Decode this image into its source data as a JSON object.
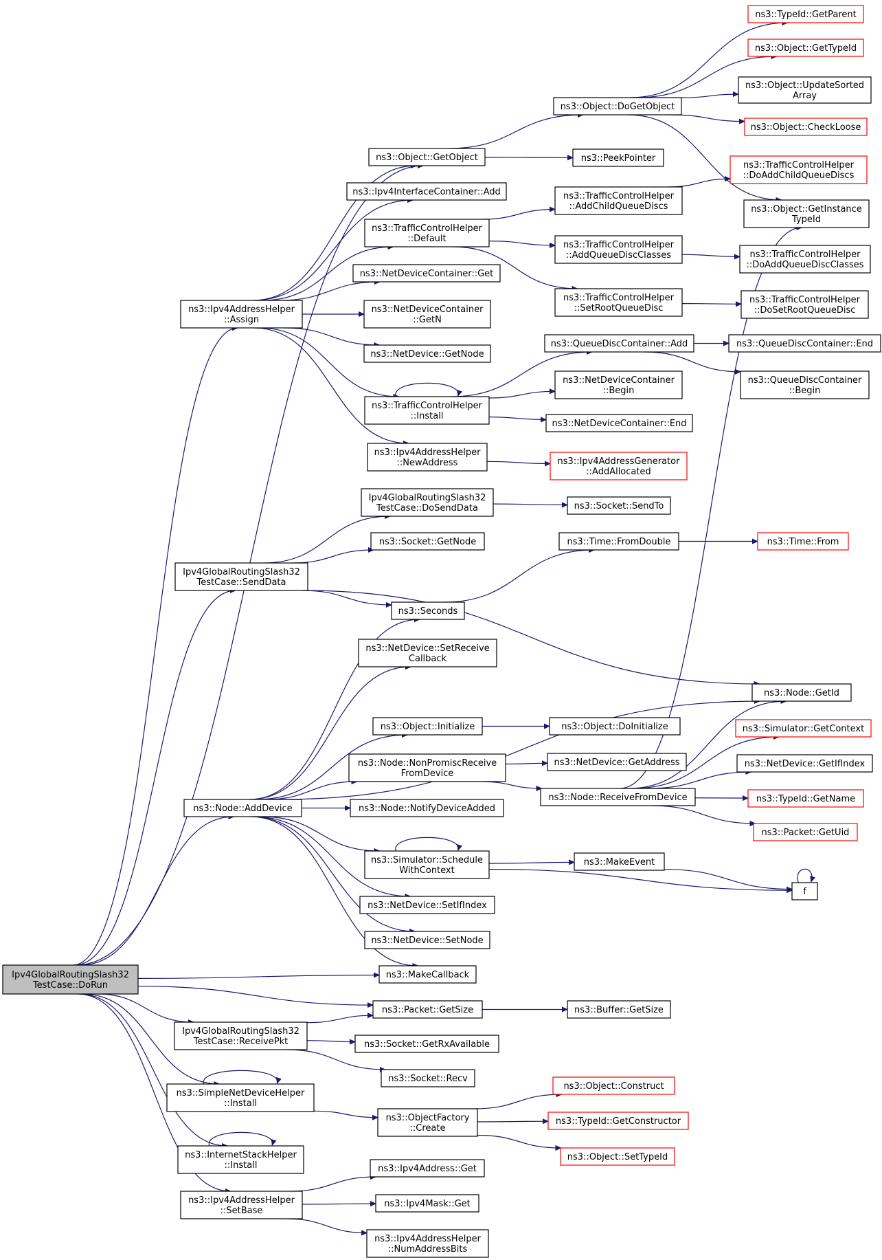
{
  "nodes": [
    {
      "id": "root",
      "lines": [
        "Ipv4GlobalRoutingSlash32",
        "TestCase::DoRun"
      ],
      "style": "root"
    },
    {
      "id": "typeid_getparent",
      "lines": [
        "ns3::TypeId::GetParent"
      ],
      "style": "red"
    },
    {
      "id": "obj_gettypeid",
      "lines": [
        "ns3::Object::GetTypeId"
      ],
      "style": "red"
    },
    {
      "id": "obj_updatesorted",
      "lines": [
        "ns3::Object::UpdateSorted",
        "Array"
      ],
      "style": "normal"
    },
    {
      "id": "obj_dogetobject",
      "lines": [
        "ns3::Object::DoGetObject"
      ],
      "style": "normal"
    },
    {
      "id": "obj_checkloose",
      "lines": [
        "ns3::Object::CheckLoose"
      ],
      "style": "red"
    },
    {
      "id": "obj_getobject",
      "lines": [
        "ns3::Object::GetObject"
      ],
      "style": "normal"
    },
    {
      "id": "peekpointer",
      "lines": [
        "ns3::PeekPointer"
      ],
      "style": "normal"
    },
    {
      "id": "tch_doaddchildqd",
      "lines": [
        "ns3::TrafficControlHelper",
        "::DoAddChildQueueDiscs"
      ],
      "style": "red"
    },
    {
      "id": "ipv4ic_add",
      "lines": [
        "ns3::Ipv4InterfaceContainer::Add"
      ],
      "style": "normal"
    },
    {
      "id": "tch_addchildqd",
      "lines": [
        "ns3::TrafficControlHelper",
        "::AddChildQueueDiscs"
      ],
      "style": "normal"
    },
    {
      "id": "obj_getinstancetypeid",
      "lines": [
        "ns3::Object::GetInstance",
        "TypeId"
      ],
      "style": "normal"
    },
    {
      "id": "tch_default",
      "lines": [
        "ns3::TrafficControlHelper",
        "::Default"
      ],
      "style": "normal"
    },
    {
      "id": "tch_addqdclasses",
      "lines": [
        "ns3::TrafficControlHelper",
        "::AddQueueDiscClasses"
      ],
      "style": "normal"
    },
    {
      "id": "tch_doaddqdclasses",
      "lines": [
        "ns3::TrafficControlHelper",
        "::DoAddQueueDiscClasses"
      ],
      "style": "normal"
    },
    {
      "id": "ndc_get",
      "lines": [
        "ns3::NetDeviceContainer::Get"
      ],
      "style": "normal"
    },
    {
      "id": "tch_setrootqd",
      "lines": [
        "ns3::TrafficControlHelper",
        "::SetRootQueueDisc"
      ],
      "style": "normal"
    },
    {
      "id": "tch_dosetrootqd",
      "lines": [
        "ns3::TrafficControlHelper",
        "::DoSetRootQueueDisc"
      ],
      "style": "normal"
    },
    {
      "id": "ipv4ah_assign",
      "lines": [
        "ns3::Ipv4AddressHelper",
        "::Assign"
      ],
      "style": "normal"
    },
    {
      "id": "ndc_getn",
      "lines": [
        "ns3::NetDeviceContainer",
        "::GetN"
      ],
      "style": "normal"
    },
    {
      "id": "qdc_add",
      "lines": [
        "ns3::QueueDiscContainer::Add"
      ],
      "style": "normal"
    },
    {
      "id": "qdc_end",
      "lines": [
        "ns3::QueueDiscContainer::End"
      ],
      "style": "normal"
    },
    {
      "id": "nd_getnode",
      "lines": [
        "ns3::NetDevice::GetNode"
      ],
      "style": "normal"
    },
    {
      "id": "ndc_begin",
      "lines": [
        "ns3::NetDeviceContainer",
        "::Begin"
      ],
      "style": "normal"
    },
    {
      "id": "qdc_begin",
      "lines": [
        "ns3::QueueDiscContainer",
        "::Begin"
      ],
      "style": "normal"
    },
    {
      "id": "tch_install",
      "lines": [
        "ns3::TrafficControlHelper",
        "::Install"
      ],
      "style": "normal"
    },
    {
      "id": "ndc_end",
      "lines": [
        "ns3::NetDeviceContainer::End"
      ],
      "style": "normal"
    },
    {
      "id": "ipv4ah_newaddress",
      "lines": [
        "ns3::Ipv4AddressHelper",
        "::NewAddress"
      ],
      "style": "normal"
    },
    {
      "id": "ipv4ag_addallocated",
      "lines": [
        "ns3::Ipv4AddressGenerator",
        "::AddAllocated"
      ],
      "style": "red"
    },
    {
      "id": "tc_dosenddata",
      "lines": [
        "Ipv4GlobalRoutingSlash32",
        "TestCase::DoSendData"
      ],
      "style": "normal"
    },
    {
      "id": "socket_sendto",
      "lines": [
        "ns3::Socket::SendTo"
      ],
      "style": "normal"
    },
    {
      "id": "socket_getnode",
      "lines": [
        "ns3::Socket::GetNode"
      ],
      "style": "normal"
    },
    {
      "id": "time_fromdouble",
      "lines": [
        "ns3::Time::FromDouble"
      ],
      "style": "normal"
    },
    {
      "id": "time_from",
      "lines": [
        "ns3::Time::From"
      ],
      "style": "red"
    },
    {
      "id": "tc_senddata",
      "lines": [
        "Ipv4GlobalRoutingSlash32",
        "TestCase::SendData"
      ],
      "style": "normal"
    },
    {
      "id": "seconds",
      "lines": [
        "ns3::Seconds"
      ],
      "style": "normal"
    },
    {
      "id": "nd_setreceivecb",
      "lines": [
        "ns3::NetDevice::SetReceive",
        "Callback"
      ],
      "style": "normal"
    },
    {
      "id": "node_getid",
      "lines": [
        "ns3::Node::GetId"
      ],
      "style": "normal"
    },
    {
      "id": "obj_initialize",
      "lines": [
        "ns3::Object::Initialize"
      ],
      "style": "normal"
    },
    {
      "id": "obj_doinitialize",
      "lines": [
        "ns3::Object::DoInitialize"
      ],
      "style": "normal"
    },
    {
      "id": "sim_getcontext",
      "lines": [
        "ns3::Simulator::GetContext"
      ],
      "style": "red"
    },
    {
      "id": "node_nonpromisc",
      "lines": [
        "ns3::Node::NonPromiscReceive",
        "FromDevice"
      ],
      "style": "normal"
    },
    {
      "id": "nd_getaddress",
      "lines": [
        "ns3::NetDevice::GetAddress"
      ],
      "style": "normal"
    },
    {
      "id": "nd_getifindex",
      "lines": [
        "ns3::NetDevice::GetIfIndex"
      ],
      "style": "normal"
    },
    {
      "id": "node_receivefromdevice",
      "lines": [
        "ns3::Node::ReceiveFromDevice"
      ],
      "style": "normal"
    },
    {
      "id": "typeid_getname",
      "lines": [
        "ns3::TypeId::GetName"
      ],
      "style": "red"
    },
    {
      "id": "node_adddevice",
      "lines": [
        "ns3::Node::AddDevice"
      ],
      "style": "normal"
    },
    {
      "id": "node_notifydeviceadded",
      "lines": [
        "ns3::Node::NotifyDeviceAdded"
      ],
      "style": "normal"
    },
    {
      "id": "packet_getuid",
      "lines": [
        "ns3::Packet::GetUid"
      ],
      "style": "red"
    },
    {
      "id": "sim_schedulewithcontext",
      "lines": [
        "ns3::Simulator::Schedule",
        "WithContext"
      ],
      "style": "normal"
    },
    {
      "id": "makeevent",
      "lines": [
        "ns3::MakeEvent"
      ],
      "style": "normal"
    },
    {
      "id": "f",
      "lines": [
        "f"
      ],
      "style": "normal"
    },
    {
      "id": "nd_setifindex",
      "lines": [
        "ns3::NetDevice::SetIfIndex"
      ],
      "style": "normal"
    },
    {
      "id": "nd_setnode",
      "lines": [
        "ns3::NetDevice::SetNode"
      ],
      "style": "normal"
    },
    {
      "id": "makecallback",
      "lines": [
        "ns3::MakeCallback"
      ],
      "style": "normal"
    },
    {
      "id": "packet_getsize",
      "lines": [
        "ns3::Packet::GetSize"
      ],
      "style": "normal"
    },
    {
      "id": "buffer_getsize",
      "lines": [
        "ns3::Buffer::GetSize"
      ],
      "style": "normal"
    },
    {
      "id": "tc_receivepkt",
      "lines": [
        "Ipv4GlobalRoutingSlash32",
        "TestCase::ReceivePkt"
      ],
      "style": "normal"
    },
    {
      "id": "socket_getrxavailable",
      "lines": [
        "ns3::Socket::GetRxAvailable"
      ],
      "style": "normal"
    },
    {
      "id": "socket_recv",
      "lines": [
        "ns3::Socket::Recv"
      ],
      "style": "normal"
    },
    {
      "id": "obj_construct",
      "lines": [
        "ns3::Object::Construct"
      ],
      "style": "red"
    },
    {
      "id": "sndh_install",
      "lines": [
        "ns3::SimpleNetDeviceHelper",
        "::Install"
      ],
      "style": "normal"
    },
    {
      "id": "objfactory_create",
      "lines": [
        "ns3::ObjectFactory",
        "::Create"
      ],
      "style": "normal"
    },
    {
      "id": "typeid_getconstructor",
      "lines": [
        "ns3::TypeId::GetConstructor"
      ],
      "style": "red"
    },
    {
      "id": "obj_settypeid",
      "lines": [
        "ns3::Object::SetTypeId"
      ],
      "style": "red"
    },
    {
      "id": "ish_install",
      "lines": [
        "ns3::InternetStackHelper",
        "::Install"
      ],
      "style": "normal"
    },
    {
      "id": "ipv4addr_get",
      "lines": [
        "ns3::Ipv4Address::Get"
      ],
      "style": "normal"
    },
    {
      "id": "ipv4ah_setbase",
      "lines": [
        "ns3::Ipv4AddressHelper",
        "::SetBase"
      ],
      "style": "normal"
    },
    {
      "id": "ipv4mask_get",
      "lines": [
        "ns3::Ipv4Mask::Get"
      ],
      "style": "normal"
    },
    {
      "id": "ipv4ah_numaddressbits",
      "lines": [
        "ns3::Ipv4AddressHelper",
        "::NumAddressBits"
      ],
      "style": "normal"
    }
  ],
  "edges": [
    [
      "obj_dogetobject",
      "typeid_getparent"
    ],
    [
      "obj_dogetobject",
      "obj_gettypeid"
    ],
    [
      "obj_dogetobject",
      "obj_updatesorted"
    ],
    [
      "obj_dogetobject",
      "obj_checkloose"
    ],
    [
      "obj_dogetobject",
      "obj_getinstancetypeid"
    ],
    [
      "obj_getobject",
      "obj_dogetobject"
    ],
    [
      "obj_getobject",
      "peekpointer"
    ],
    [
      "tch_addchildqd",
      "tch_doaddchildqd"
    ],
    [
      "tch_default",
      "tch_addchildqd"
    ],
    [
      "tch_default",
      "tch_addqdclasses"
    ],
    [
      "tch_default",
      "tch_setrootqd"
    ],
    [
      "tch_addqdclasses",
      "tch_doaddqdclasses"
    ],
    [
      "tch_setrootqd",
      "tch_dosetrootqd"
    ],
    [
      "ipv4ah_assign",
      "obj_getobject"
    ],
    [
      "ipv4ah_assign",
      "ipv4ic_add"
    ],
    [
      "ipv4ah_assign",
      "tch_default"
    ],
    [
      "ipv4ah_assign",
      "ndc_get"
    ],
    [
      "ipv4ah_assign",
      "ndc_getn"
    ],
    [
      "ipv4ah_assign",
      "nd_getnode"
    ],
    [
      "ipv4ah_assign",
      "tch_install"
    ],
    [
      "ipv4ah_assign",
      "ipv4ah_newaddress"
    ],
    [
      "qdc_add",
      "qdc_end"
    ],
    [
      "qdc_add",
      "qdc_begin"
    ],
    [
      "tch_install",
      "qdc_add"
    ],
    [
      "tch_install",
      "ndc_begin"
    ],
    [
      "tch_install",
      "ndc_end"
    ],
    [
      "tch_install",
      "tch_install"
    ],
    [
      "ipv4ah_newaddress",
      "ipv4ag_addallocated"
    ],
    [
      "tc_dosenddata",
      "socket_sendto"
    ],
    [
      "time_fromdouble",
      "time_from"
    ],
    [
      "tc_senddata",
      "tc_dosenddata"
    ],
    [
      "tc_senddata",
      "socket_getnode"
    ],
    [
      "tc_senddata",
      "seconds"
    ],
    [
      "tc_senddata",
      "node_getid"
    ],
    [
      "seconds",
      "time_fromdouble"
    ],
    [
      "obj_initialize",
      "obj_doinitialize"
    ],
    [
      "node_nonpromisc",
      "nd_getaddress"
    ],
    [
      "node_nonpromisc",
      "node_receivefromdevice"
    ],
    [
      "node_receivefromdevice",
      "obj_getinstancetypeid"
    ],
    [
      "node_receivefromdevice",
      "node_getid"
    ],
    [
      "node_receivefromdevice",
      "sim_getcontext"
    ],
    [
      "node_receivefromdevice",
      "nd_getifindex"
    ],
    [
      "node_receivefromdevice",
      "typeid_getname"
    ],
    [
      "node_receivefromdevice",
      "packet_getuid"
    ],
    [
      "node_adddevice",
      "seconds"
    ],
    [
      "node_adddevice",
      "nd_setreceivecb"
    ],
    [
      "node_adddevice",
      "node_getid"
    ],
    [
      "node_adddevice",
      "obj_initialize"
    ],
    [
      "node_adddevice",
      "node_nonpromisc"
    ],
    [
      "node_adddevice",
      "node_notifydeviceadded"
    ],
    [
      "node_adddevice",
      "sim_schedulewithcontext"
    ],
    [
      "node_adddevice",
      "nd_setifindex"
    ],
    [
      "node_adddevice",
      "nd_setnode"
    ],
    [
      "node_adddevice",
      "makecallback"
    ],
    [
      "sim_schedulewithcontext",
      "makeevent"
    ],
    [
      "sim_schedulewithcontext",
      "f"
    ],
    [
      "sim_schedulewithcontext",
      "sim_schedulewithcontext"
    ],
    [
      "makeevent",
      "f"
    ],
    [
      "f",
      "f"
    ],
    [
      "packet_getsize",
      "buffer_getsize"
    ],
    [
      "tc_receivepkt",
      "packet_getsize"
    ],
    [
      "tc_receivepkt",
      "socket_getrxavailable"
    ],
    [
      "tc_receivepkt",
      "socket_recv"
    ],
    [
      "objfactory_create",
      "obj_construct"
    ],
    [
      "objfactory_create",
      "typeid_getconstructor"
    ],
    [
      "objfactory_create",
      "obj_settypeid"
    ],
    [
      "sndh_install",
      "objfactory_create"
    ],
    [
      "sndh_install",
      "sndh_install"
    ],
    [
      "ish_install",
      "ish_install"
    ],
    [
      "ipv4ah_setbase",
      "ipv4addr_get"
    ],
    [
      "ipv4ah_setbase",
      "ipv4mask_get"
    ],
    [
      "ipv4ah_setbase",
      "ipv4ah_numaddressbits"
    ],
    [
      "root",
      "obj_getobject"
    ],
    [
      "root",
      "ipv4ah_assign"
    ],
    [
      "root",
      "tc_senddata"
    ],
    [
      "root",
      "node_adddevice"
    ],
    [
      "root",
      "makecallback"
    ],
    [
      "root",
      "packet_getsize"
    ],
    [
      "root",
      "tc_receivepkt"
    ],
    [
      "root",
      "sndh_install"
    ],
    [
      "root",
      "ish_install"
    ],
    [
      "root",
      "ipv4ah_setbase"
    ]
  ]
}
